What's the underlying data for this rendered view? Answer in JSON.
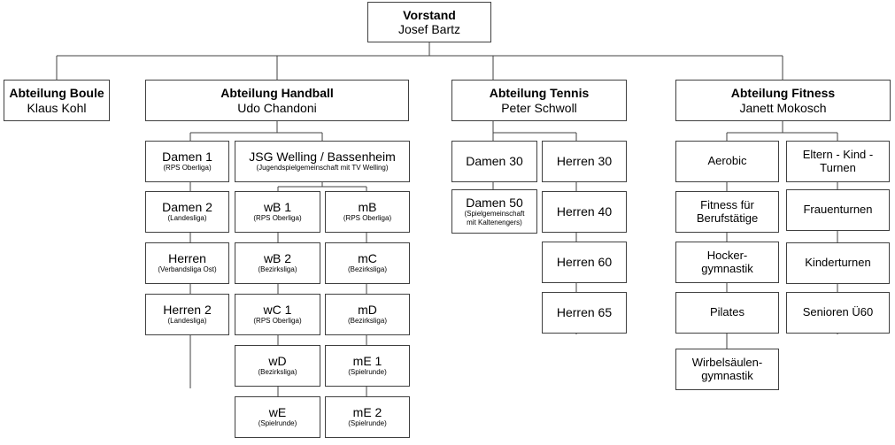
{
  "vorstand": {
    "title": "Vorstand",
    "name": "Josef Bartz"
  },
  "departments": {
    "boule": {
      "title": "Abteilung Boule",
      "name": "Klaus Kohl"
    },
    "handball": {
      "title": "Abteilung Handball",
      "name": "Udo Chandoni"
    },
    "tennis": {
      "title": "Abteilung Tennis",
      "name": "Peter Schwoll"
    },
    "fitness": {
      "title": "Abteilung Fitness",
      "name": "Janett Mokosch"
    }
  },
  "handball_teams": {
    "damen1": {
      "label": "Damen 1",
      "league": "(RPS Oberliga)"
    },
    "damen2": {
      "label": "Damen 2",
      "league": "(Landesliga)"
    },
    "herren": {
      "label": "Herren",
      "league": "(Verbandsliga Ost)"
    },
    "herren2": {
      "label": "Herren 2",
      "league": "(Landesliga)"
    },
    "jsg": {
      "label": "JSG Welling / Bassenheim",
      "league": "(Jugendspielgemeinschaft mit TV Welling)"
    },
    "wb1": {
      "label": "wB 1",
      "league": "(RPS Oberliga)"
    },
    "wb2": {
      "label": "wB 2",
      "league": "(Bezirksliga)"
    },
    "wc1": {
      "label": "wC 1",
      "league": "(RPS Oberliga)"
    },
    "wd": {
      "label": "wD",
      "league": "(Bezirksliga)"
    },
    "we": {
      "label": "wE",
      "league": "(Spielrunde)"
    },
    "mb": {
      "label": "mB",
      "league": "(RPS Oberliga)"
    },
    "mc": {
      "label": "mC",
      "league": "(Bezirksliga)"
    },
    "md": {
      "label": "mD",
      "league": "(Bezirksliga)"
    },
    "me1": {
      "label": "mE 1",
      "league": "(Spielrunde)"
    },
    "me2": {
      "label": "mE 2",
      "league": "(Spielrunde)"
    }
  },
  "tennis_teams": {
    "damen30": {
      "label": "Damen 30"
    },
    "damen50": {
      "label": "Damen 50",
      "league_line1": "(Spielgemeinschaft",
      "league_line2": "mit Kaltenengers)"
    },
    "herren30": {
      "label": "Herren 30"
    },
    "herren40": {
      "label": "Herren 40"
    },
    "herren60": {
      "label": "Herren 60"
    },
    "herren65": {
      "label": "Herren 65"
    }
  },
  "fitness_groups": {
    "aerobic": {
      "label": "Aerobic"
    },
    "fitness_line1": "Fitness für",
    "fitness_line2": "Berufstätige",
    "hocker_line1": "Hocker-",
    "hocker_line2": "gymnastik",
    "pilates": {
      "label": "Pilates"
    },
    "wirbel_line1": "Wirbelsäulen-",
    "wirbel_line2": "gymnastik",
    "eltern_line1": "Eltern - Kind -",
    "eltern_line2": "Turnen",
    "frauen": {
      "label": "Frauenturnen"
    },
    "kinder": {
      "label": "Kinderturnen"
    },
    "senioren": {
      "label": "Senioren Ü60"
    }
  }
}
